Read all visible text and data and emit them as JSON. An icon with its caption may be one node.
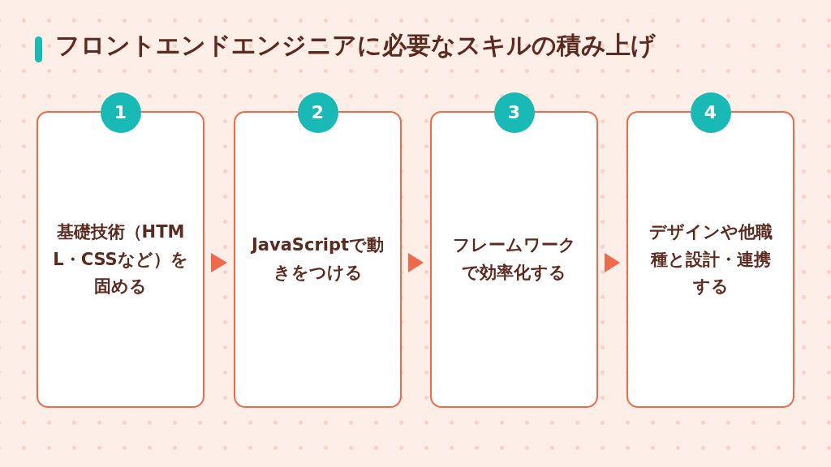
{
  "diagram": {
    "title": "フロントエンドエンジニアに必要なスキルの積み上げ",
    "nodes": [
      {
        "text": [
          "1",
          "基礎技術（HTML・CSSなど）を固める"
        ]
      },
      {
        "text": [
          "2",
          "JavaScriptで動きをつける"
        ]
      },
      {
        "text": [
          "3",
          "フレームワークで効率化する"
        ]
      },
      {
        "text": [
          "4",
          "デザインや他職種と設計・連携する"
        ]
      }
    ],
    "edges": [
      {
        "from": 0,
        "to": 1,
        "arrow": "to"
      },
      {
        "from": 1,
        "to": 2,
        "arrow": "to"
      },
      {
        "from": 2,
        "to": 3,
        "arrow": "to"
      }
    ]
  }
}
